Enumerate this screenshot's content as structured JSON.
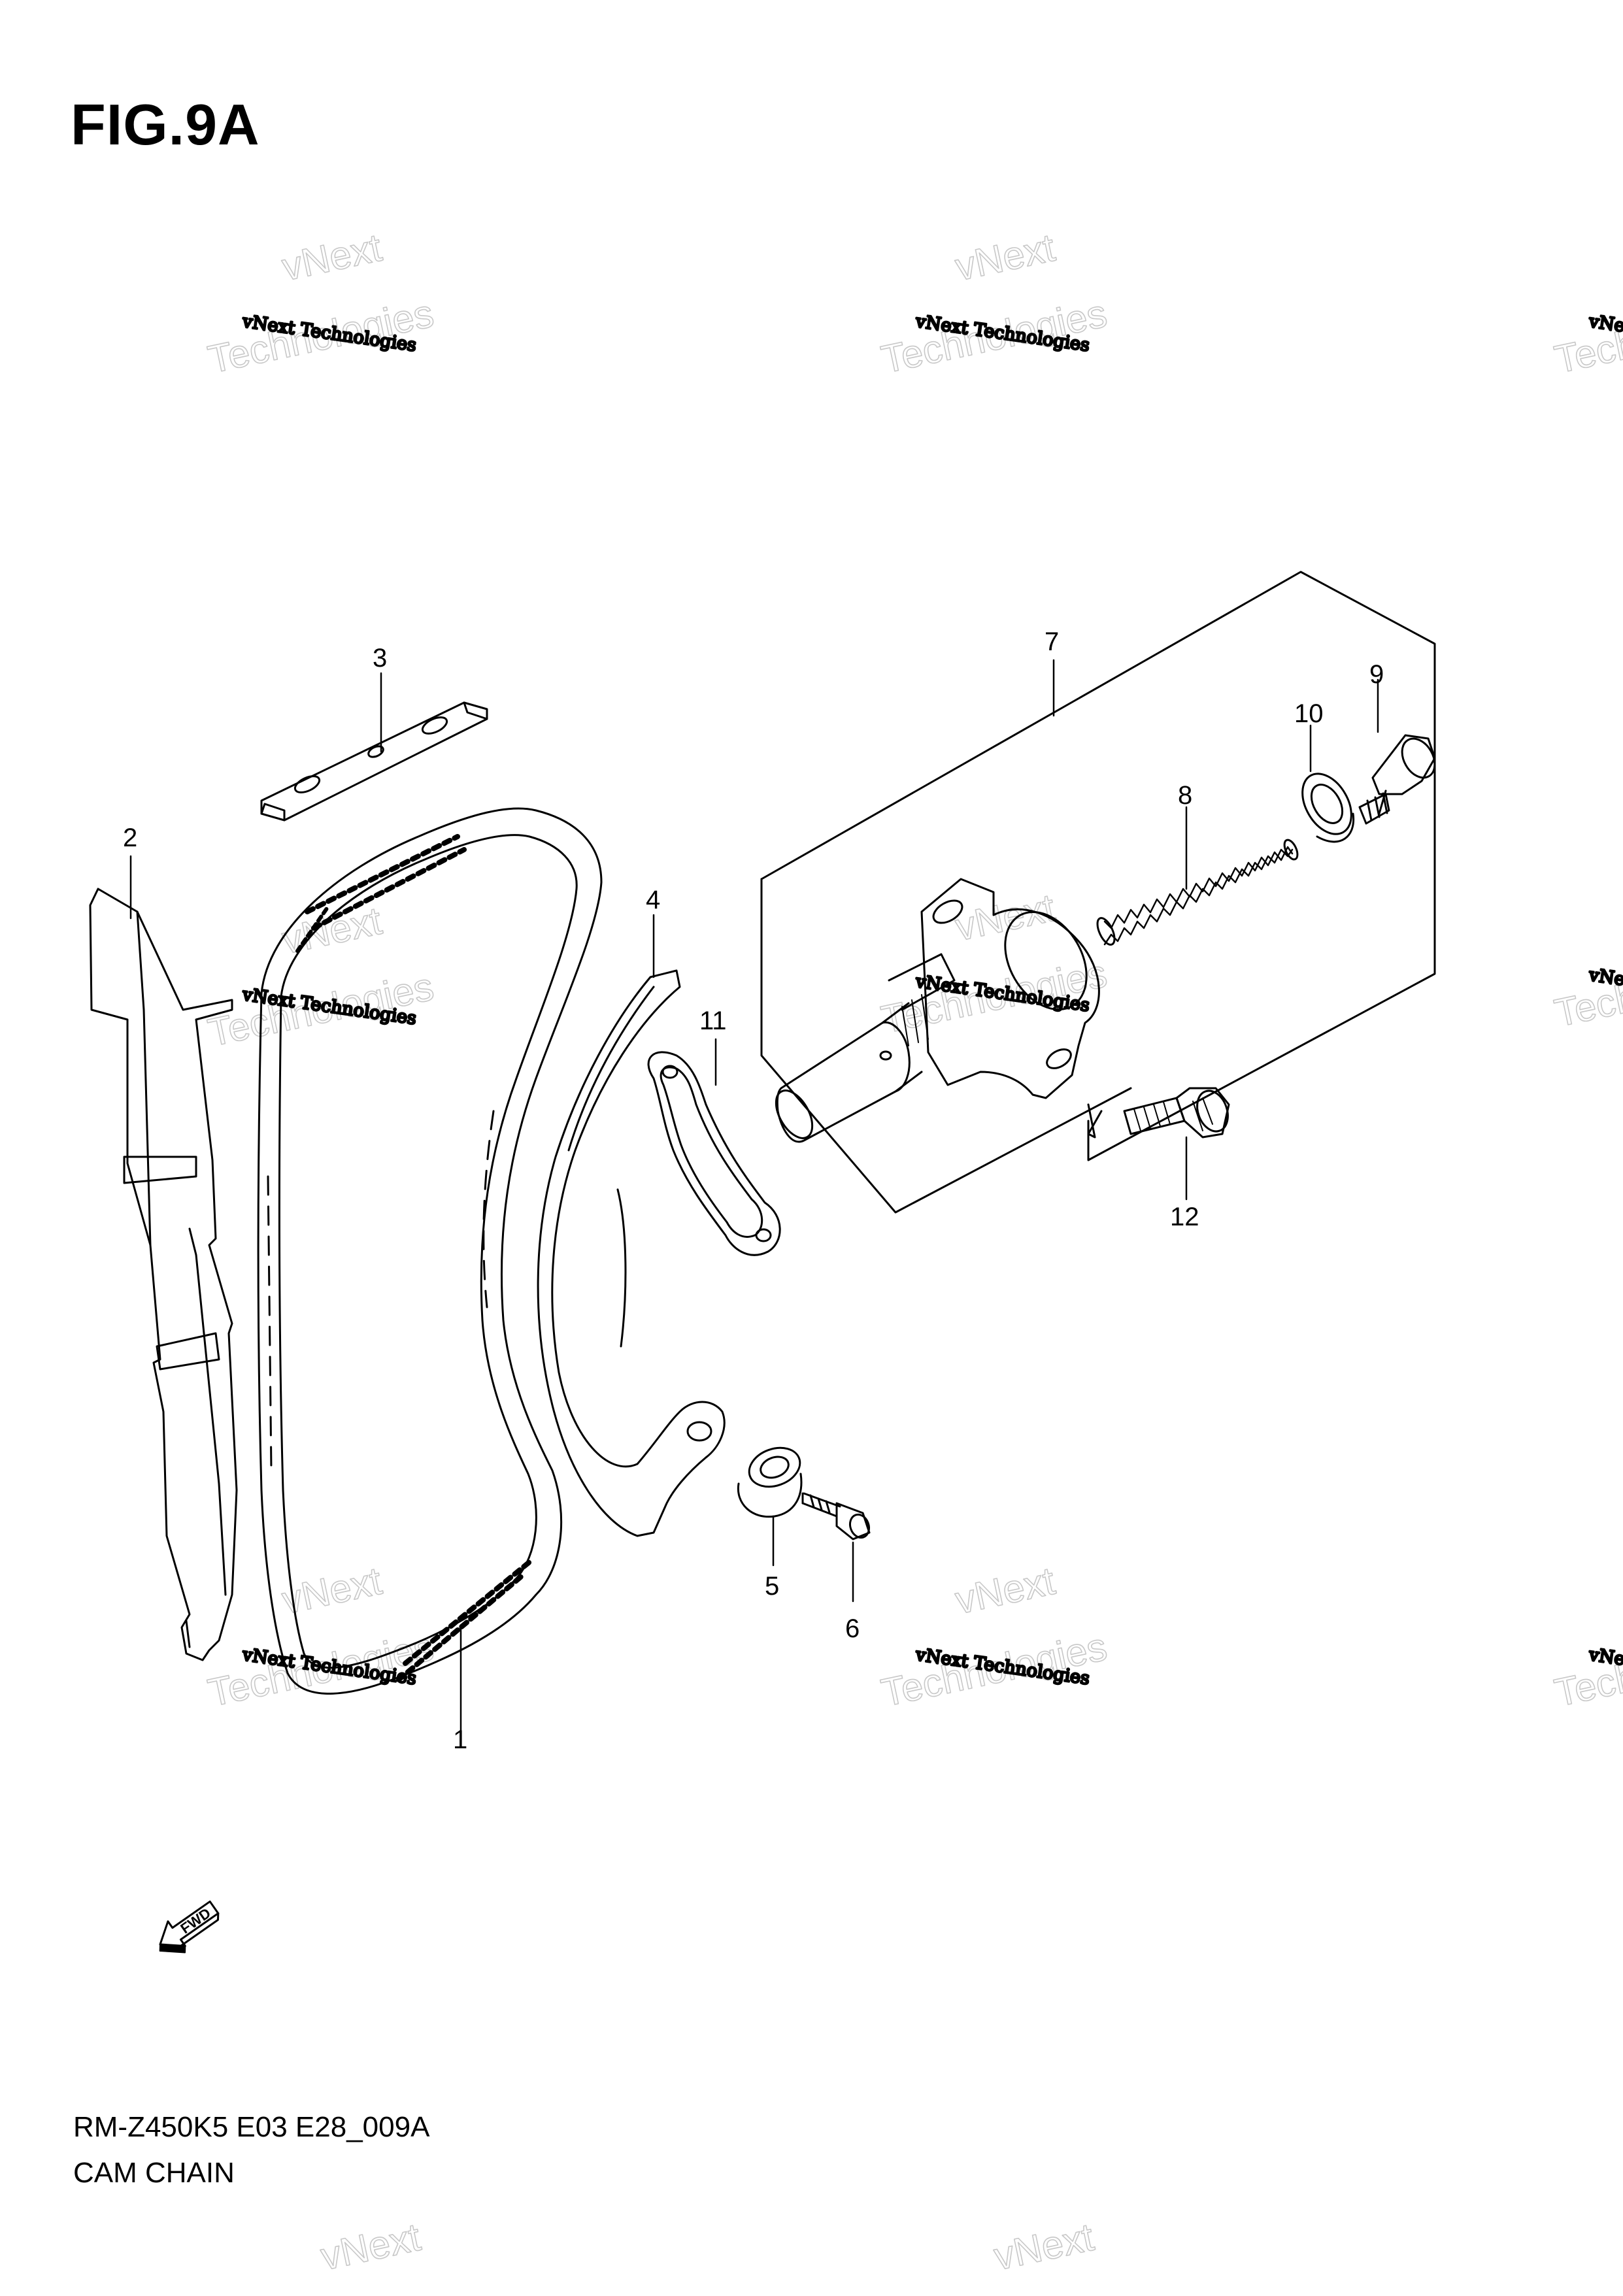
{
  "figure": {
    "title": "FIG.9A"
  },
  "footer": {
    "model_code": "RM-Z450K5 E03 E28_009A",
    "section_name": "CAM CHAIN"
  },
  "watermark": {
    "line_small": "vNext Technologies",
    "line_big_1": "vNext",
    "line_big_2": "Technologies"
  },
  "fwd_arrow": {
    "label": "FWD"
  },
  "callouts": [
    {
      "number": "1",
      "part": "cam-chain"
    },
    {
      "number": "2",
      "part": "cam-chain-guide"
    },
    {
      "number": "3",
      "part": "cam-chain-guide-upper"
    },
    {
      "number": "4",
      "part": "cam-chain-tensioner"
    },
    {
      "number": "5",
      "part": "tensioner-bush"
    },
    {
      "number": "6",
      "part": "tensioner-bolt"
    },
    {
      "number": "7",
      "part": "tensioner-adjuster-assy"
    },
    {
      "number": "8",
      "part": "adjuster-spring"
    },
    {
      "number": "9",
      "part": "adjuster-cap-bolt"
    },
    {
      "number": "10",
      "part": "gasket-washer"
    },
    {
      "number": "11",
      "part": "adjuster-gasket"
    },
    {
      "number": "12",
      "part": "adjuster-mounting-bolt"
    }
  ]
}
